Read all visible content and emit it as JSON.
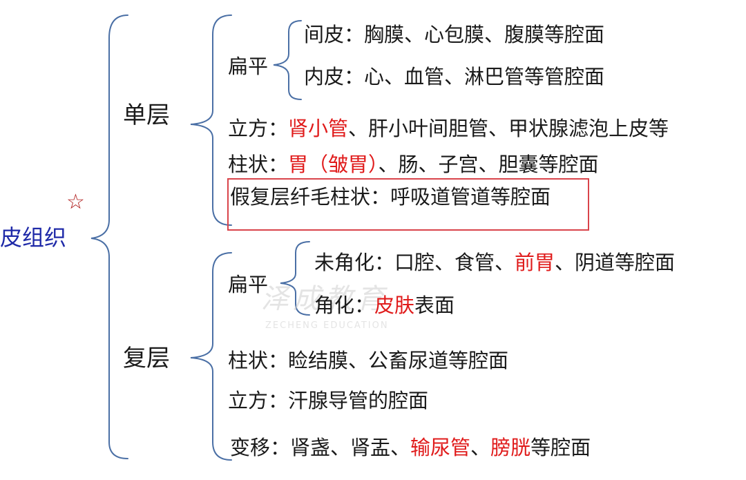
{
  "root": {
    "label": "上皮组织",
    "star": "☆"
  },
  "single": {
    "label": "单层",
    "squamous": {
      "label": "扁平",
      "items": [
        {
          "name": "间皮：",
          "desc": "胸膜、心包膜、腹膜等腔面"
        },
        {
          "name": "内皮：",
          "desc": "心、血管、淋巴管等管腔面"
        }
      ]
    },
    "cuboidal": {
      "name": "立方：",
      "highlight": "肾小管",
      "rest": "、肝小叶间胆管、甲状腺滤泡上皮等"
    },
    "columnar": {
      "name": "柱状：",
      "highlight": "胃（皱胃）",
      "rest": "、肠、子宫、胆囊等腔面"
    },
    "pseudo": {
      "text": "假复层纤毛柱状：呼吸道管道等腔面"
    }
  },
  "stratified": {
    "label": "复层",
    "squamous": {
      "label": "扁平",
      "nonkeratinized": {
        "name": "未角化：",
        "pre": "口腔、食管、",
        "highlight": "前胃",
        "post": "、阴道等腔面"
      },
      "keratinized": {
        "name": "角化：",
        "highlight": "皮肤",
        "post": "表面"
      }
    },
    "columnar": {
      "text": "柱状：睑结膜、公畜尿道等腔面"
    },
    "cuboidal": {
      "text": "立方：汗腺导管的腔面"
    },
    "transitional": {
      "name": "变移：",
      "pre": "肾盏、肾盂、",
      "h1": "输尿管",
      "mid": "、",
      "h2": "膀胱",
      "post": "等腔面"
    }
  },
  "watermark": {
    "cn": "泽成教育",
    "en": "ZECHENG EDUCATION"
  },
  "colors": {
    "bracket": "#4a6fa5",
    "highlight": "#e01b1b",
    "root": "#1f2aa8",
    "box": "#d9434a",
    "star": "#b01d1d"
  }
}
